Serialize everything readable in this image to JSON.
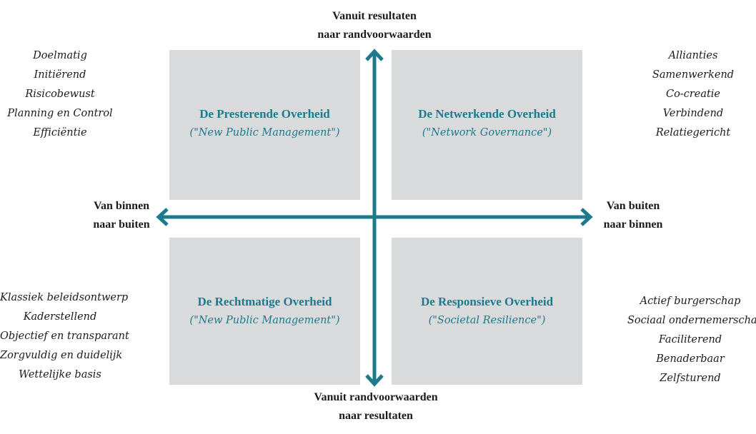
{
  "axes": {
    "top": [
      "Vanuit resultaten",
      "naar randvoorwaarden"
    ],
    "bottom": [
      "Vanuit randvoorwaarden",
      "naar resultaten"
    ],
    "left": [
      "Van binnen",
      "naar buiten"
    ],
    "right": [
      "Van buiten",
      "naar binnen"
    ],
    "color": "#1d7a8c"
  },
  "quadrants": {
    "top_left": {
      "title": "De Presterende Overheid",
      "subtitle": "(\"New Public Management\")"
    },
    "top_right": {
      "title": "De Netwerkende Overheid",
      "subtitle": "(\"Network Governance\")"
    },
    "bottom_left": {
      "title": "De Rechtmatige Overheid",
      "subtitle": "(\"New Public Management\")"
    },
    "bottom_right": {
      "title": "De Responsieve Overheid",
      "subtitle": "(\"Societal Resilience\")"
    }
  },
  "attributes": {
    "top_left": [
      "Doelmatig",
      "Initiërend",
      "Risicobewust",
      "Planning en Control",
      "Efficiëntie"
    ],
    "top_right": [
      "Allianties",
      "Samenwerkend",
      "Co-creatie",
      "Verbindend",
      "Relatiegericht"
    ],
    "bottom_left": [
      "Klassiek beleidsontwerp",
      "Kaderstellend",
      "Objectief en transparant",
      "Zorgvuldig en duidelijk",
      "Wettelijke basis"
    ],
    "bottom_right": [
      "Actief burgerschap",
      "Sociaal ondernemerschap",
      "Faciliterend",
      "Benaderbaar",
      "Zelfsturend"
    ]
  }
}
